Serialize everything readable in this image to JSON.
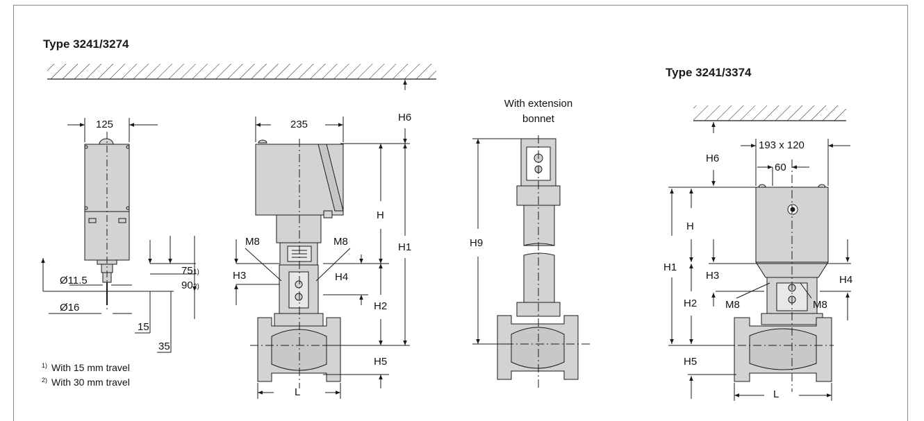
{
  "titles": {
    "left": "Type 3241/3274",
    "right": "Type 3241/3374"
  },
  "extension_label": {
    "line1": "With extension",
    "line2": "bonnet"
  },
  "side_view": {
    "width": "125",
    "dia_stem": "Ø11.5",
    "dia_nut": "Ø16",
    "dim_75": "75",
    "ref_75": "1)",
    "dim_90": "90",
    "ref_90": "2)",
    "dim_15": "15",
    "dim_35": "35"
  },
  "footnotes": [
    {
      "mark": "1)",
      "text": "With 15 mm travel"
    },
    {
      "mark": "2)",
      "text": "With 30 mm travel"
    }
  ],
  "front_view": {
    "width": "235",
    "m8_left": "M8",
    "m8_right": "M8",
    "H": "H",
    "H1": "H1",
    "H2": "H2",
    "H3": "H3",
    "H4": "H4",
    "H5": "H5",
    "H6": "H6",
    "L": "L"
  },
  "extension_view": {
    "H9": "H9"
  },
  "right_view": {
    "size": "193 x 120",
    "dim_60": "60",
    "H": "H",
    "H1": "H1",
    "H2": "H2",
    "H3": "H3",
    "H4": "H4",
    "H5": "H5",
    "H6": "H6",
    "L": "L",
    "m8_left": "M8",
    "m8_right": "M8"
  },
  "colors": {
    "body_fill": "#d3d3d3",
    "line": "#1a1a1a",
    "frame": "#8a8a8a"
  }
}
